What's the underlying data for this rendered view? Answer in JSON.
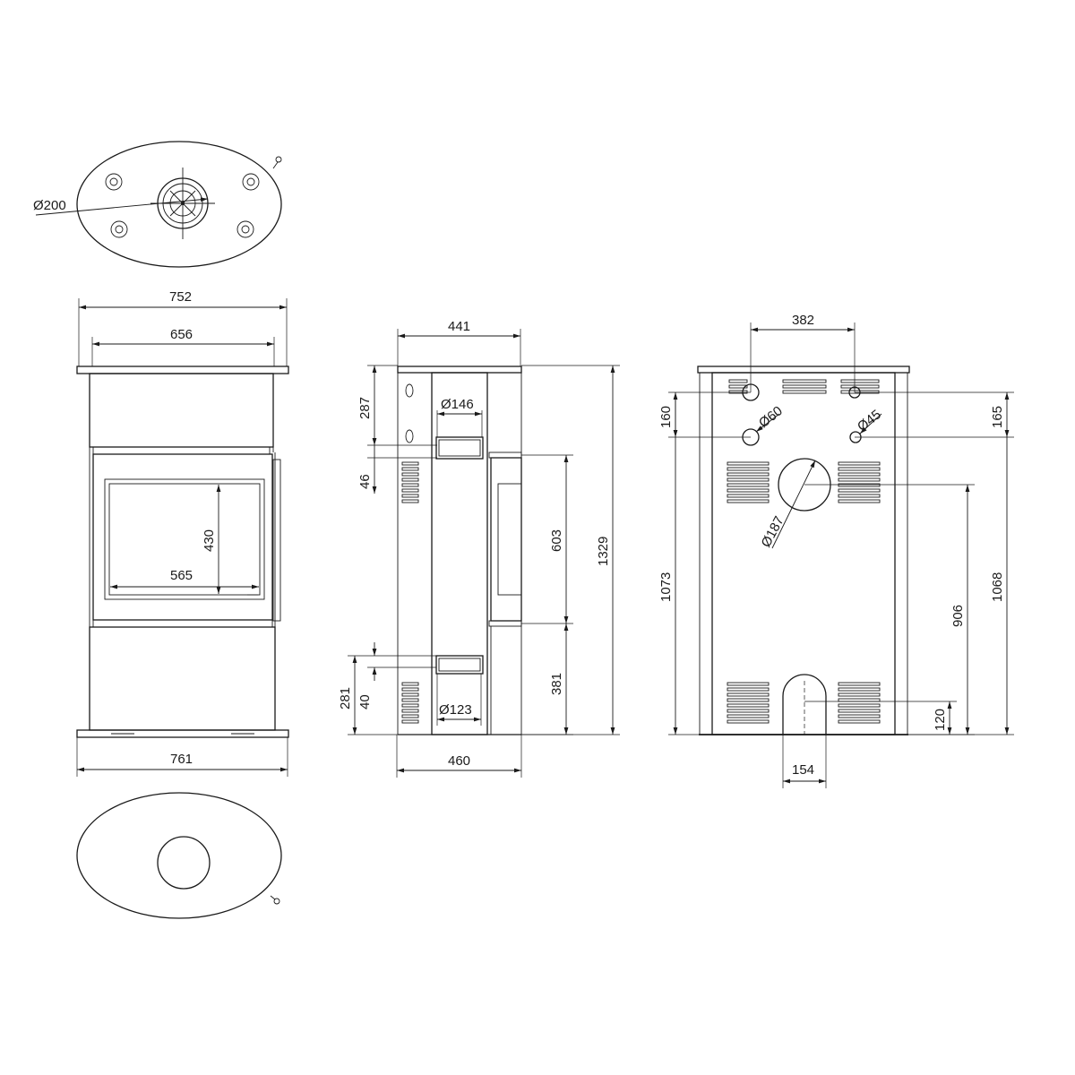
{
  "dimensions": {
    "top_flue_diameter": "Ø200",
    "front_total_width": "752",
    "front_inner_width": "656",
    "glass_height": "430",
    "glass_width": "565",
    "base_width": "761",
    "side_top_depth": "441",
    "side_top_offset": "287",
    "side_flue_top_diameter": "Ø146",
    "side_small_46": "46",
    "side_door_height": "603",
    "side_total_height": "1329",
    "side_lower_381": "381",
    "side_281": "281",
    "side_40": "40",
    "side_air_diameter": "Ø123",
    "side_base_depth": "460",
    "rear_top_spacing": "382",
    "rear_left_160": "160",
    "rear_pipe_60": "Ø60",
    "rear_pipe_45": "Ø45",
    "rear_right_165": "165",
    "rear_flue_diameter": "Ø187",
    "rear_left_1073": "1073",
    "rear_flue_height": "906",
    "rear_right_1068": "1068",
    "rear_air_height": "120",
    "rear_air_width": "154"
  }
}
